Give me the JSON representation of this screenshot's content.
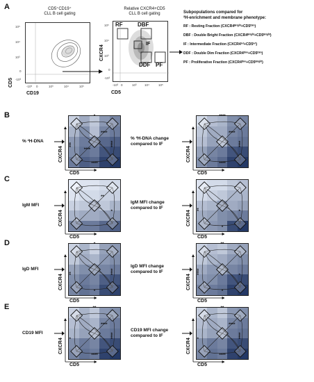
{
  "panels": {
    "A": "A",
    "B": "B",
    "C": "C",
    "D": "D",
    "E": "E"
  },
  "panel_a": {
    "plot1_title_line1": "CD5⁺CD19⁺",
    "plot1_title_line2": "CLL B cell gating",
    "plot1_xlabel": "CD19",
    "plot1_ylabel": "CD5",
    "plot2_title_line1": "Relative CXCR4+CD5",
    "plot2_title_line2": "CLL B cell gating",
    "plot2_xlabel": "CD5",
    "plot2_ylabel": "CXCR4",
    "gates": {
      "rf": "RF",
      "dbf": "DBF",
      "if": "IF",
      "ddf": "DDF",
      "pf": "PF"
    },
    "ticks_y": [
      "10⁵",
      "10⁴",
      "10³",
      "0",
      "-10³"
    ],
    "ticks_x": [
      "-10³",
      "0",
      "10³",
      "10⁴",
      "10⁵"
    ],
    "subpop_title_line1": "Subpopulations compared for",
    "subpop_title_line2": "²H-enrichment and membrane phenotype:",
    "subpops": [
      "RF : Resting Fraction (CXCR4ᴮʳⁱᵍʰᵗ+CD5ᴰⁱᵐ)",
      "DBF : Double Bright Fraction (CXCR4ᴮʳⁱᵍʰᵗ+CD5ᴮʳⁱᵍʰᵗ)",
      "IF : Intermediate Fraction (CXCR4ᴵⁿᵗ+CD5ᴵⁿᵗ)",
      "DDF : Double Dim Fraction (CXCR4ᴰⁱᵐ+CD5ᴰⁱᵐ)",
      "PF : Proliferative Fraction (CXCR4ᴰⁱᵐ+CD5ᴮʳⁱᵍʰᵗ)"
    ]
  },
  "rows": [
    {
      "letter": "B",
      "left_label": "% ²H-DNA",
      "right_label_line1": "% ²H-DNA change",
      "right_label_line2": "compared to IF",
      "xlabel": "CD5",
      "ylabel": "CXCR4",
      "left_shades": [
        [
          0.15,
          0.35,
          0.2,
          0.45,
          0.55
        ],
        [
          0.3,
          0.5,
          0.25,
          0.55,
          0.6
        ],
        [
          0.45,
          0.6,
          0.55,
          0.7,
          0.75
        ],
        [
          0.5,
          0.65,
          0.6,
          0.8,
          0.85
        ],
        [
          0.6,
          0.75,
          0.7,
          0.9,
          0.95
        ]
      ],
      "right_shades": [
        [
          0.1,
          0.25,
          0.3,
          0.5,
          0.55
        ],
        [
          0.2,
          0.35,
          0.35,
          0.55,
          0.6
        ],
        [
          0.25,
          0.4,
          0.3,
          0.6,
          0.65
        ],
        [
          0.4,
          0.55,
          0.6,
          0.8,
          0.85
        ],
        [
          0.5,
          0.6,
          0.7,
          0.9,
          0.95
        ]
      ],
      "left_stars": {
        "top": "*",
        "bottom": "****",
        "left": "***",
        "right": "****",
        "diag1": "****",
        "diag2": "****"
      },
      "right_stars": {
        "top": "****",
        "bottom": "****",
        "left": "",
        "right": "****",
        "diag1": "****",
        "diag2": ""
      }
    },
    {
      "letter": "C",
      "left_label": "IgM MFI",
      "right_label_line1": "IgM MFI change",
      "right_label_line2": "compared to IF",
      "xlabel": "CD5",
      "ylabel": "CXCR4",
      "left_shades": [
        [
          0.0,
          0.05,
          0.05,
          0.1,
          0.1
        ],
        [
          0.05,
          0.1,
          0.1,
          0.15,
          0.15
        ],
        [
          0.15,
          0.2,
          0.35,
          0.2,
          0.3
        ],
        [
          0.3,
          0.35,
          0.35,
          0.4,
          0.45
        ],
        [
          0.55,
          0.6,
          0.6,
          0.7,
          0.75
        ]
      ],
      "right_shades": [
        [
          0.05,
          0.1,
          0.1,
          0.2,
          0.25
        ],
        [
          0.1,
          0.15,
          0.2,
          0.3,
          0.3
        ],
        [
          0.25,
          0.3,
          0.45,
          0.35,
          0.4
        ],
        [
          0.35,
          0.4,
          0.5,
          0.55,
          0.6
        ],
        [
          0.4,
          0.45,
          0.5,
          0.85,
          0.95
        ]
      ],
      "left_stars": {
        "top": "",
        "bottom": "",
        "left": "",
        "right": "*",
        "diag1": "**",
        "diag2": ""
      },
      "right_stars": {
        "top": "",
        "bottom": "*",
        "left": "**",
        "right": "*",
        "diag1": "",
        "diag2": ""
      }
    },
    {
      "letter": "D",
      "left_label": "IgD MFI",
      "right_label_line1": "IgD MFI change",
      "right_label_line2": "compared to IF",
      "xlabel": "CD5",
      "ylabel": "CXCR4",
      "left_shades": [
        [
          0.15,
          0.3,
          0.15,
          0.4,
          0.45
        ],
        [
          0.2,
          0.35,
          0.3,
          0.45,
          0.5
        ],
        [
          0.4,
          0.5,
          0.5,
          0.55,
          0.6
        ],
        [
          0.5,
          0.6,
          0.55,
          0.75,
          0.8
        ],
        [
          0.55,
          0.65,
          0.6,
          0.85,
          0.9
        ]
      ],
      "right_shades": [
        [
          0.15,
          0.25,
          0.2,
          0.35,
          0.4
        ],
        [
          0.2,
          0.3,
          0.35,
          0.45,
          0.5
        ],
        [
          0.35,
          0.45,
          0.4,
          0.55,
          0.6
        ],
        [
          0.45,
          0.5,
          0.6,
          0.8,
          0.85
        ],
        [
          0.55,
          0.6,
          0.65,
          0.9,
          0.95
        ]
      ],
      "left_stars": {
        "top": "*",
        "bottom": "*",
        "left": "**",
        "right": "****",
        "diag1": "",
        "diag2": ""
      },
      "right_stars": {
        "top": "**",
        "bottom": "*",
        "left": "****",
        "right": "*",
        "diag1": "",
        "diag2": ""
      }
    },
    {
      "letter": "E",
      "left_label": "CD19 MFI",
      "right_label_line1": "CD19 MFI change",
      "right_label_line2": "compared to IF",
      "xlabel": "CD5",
      "ylabel": "CXCR4",
      "left_shades": [
        [
          0.15,
          0.3,
          0.2,
          0.45,
          0.5
        ],
        [
          0.25,
          0.35,
          0.3,
          0.55,
          0.6
        ],
        [
          0.3,
          0.4,
          0.35,
          0.6,
          0.65
        ],
        [
          0.5,
          0.6,
          0.55,
          0.8,
          0.85
        ],
        [
          0.55,
          0.65,
          0.6,
          0.9,
          0.95
        ]
      ],
      "right_shades": [
        [
          0.15,
          0.3,
          0.2,
          0.45,
          0.5
        ],
        [
          0.25,
          0.35,
          0.3,
          0.55,
          0.6
        ],
        [
          0.3,
          0.4,
          0.35,
          0.6,
          0.65
        ],
        [
          0.5,
          0.6,
          0.55,
          0.8,
          0.85
        ],
        [
          0.55,
          0.65,
          0.6,
          0.9,
          0.95
        ]
      ],
      "left_stars": {
        "top": "**",
        "bottom": "****",
        "left": "*",
        "right": "****",
        "diag1": "****",
        "diag2": ""
      },
      "right_stars": {
        "top": "**",
        "bottom": "****",
        "left": "*",
        "right": "****",
        "diag1": "****",
        "diag2": ""
      }
    }
  ],
  "colors": {
    "light": "#e8eef8",
    "dark": "#1a2f5e"
  }
}
